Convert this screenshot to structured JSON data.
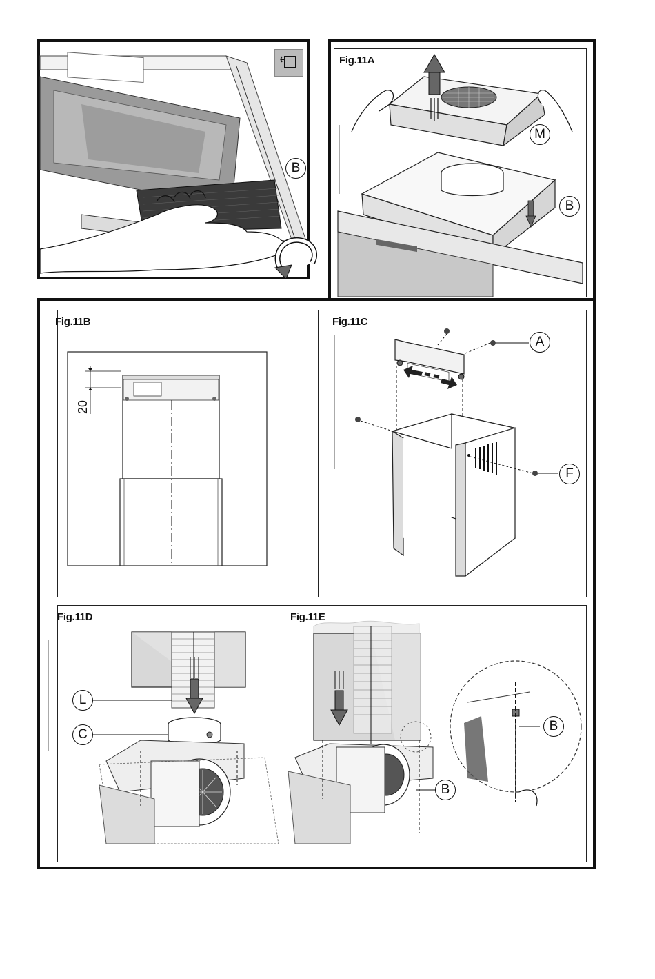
{
  "figures": {
    "fig_top_left": {
      "callout_b": "B"
    },
    "fig_11a": {
      "label": "Fig.11A",
      "callout_m": "M",
      "callout_b": "B"
    },
    "fig_11b": {
      "label": "Fig.11B",
      "dimension": "20"
    },
    "fig_11c": {
      "label": "Fig.11C",
      "callout_a": "A",
      "callout_f": "F"
    },
    "fig_11d": {
      "label": "Fig.11D",
      "callout_l": "L",
      "callout_c": "C"
    },
    "fig_11e": {
      "label": "Fig.11E",
      "callout_b_main": "B",
      "callout_b_detail": "B"
    }
  },
  "icons": {
    "corner_icon": "filter-replace-icon",
    "rotate_arrow": "rotate-arrow-icon",
    "up_arrow": "up-arrow-icon",
    "down_arrow": "down-arrow-icon",
    "double_arrow": "double-arrow-icon"
  }
}
